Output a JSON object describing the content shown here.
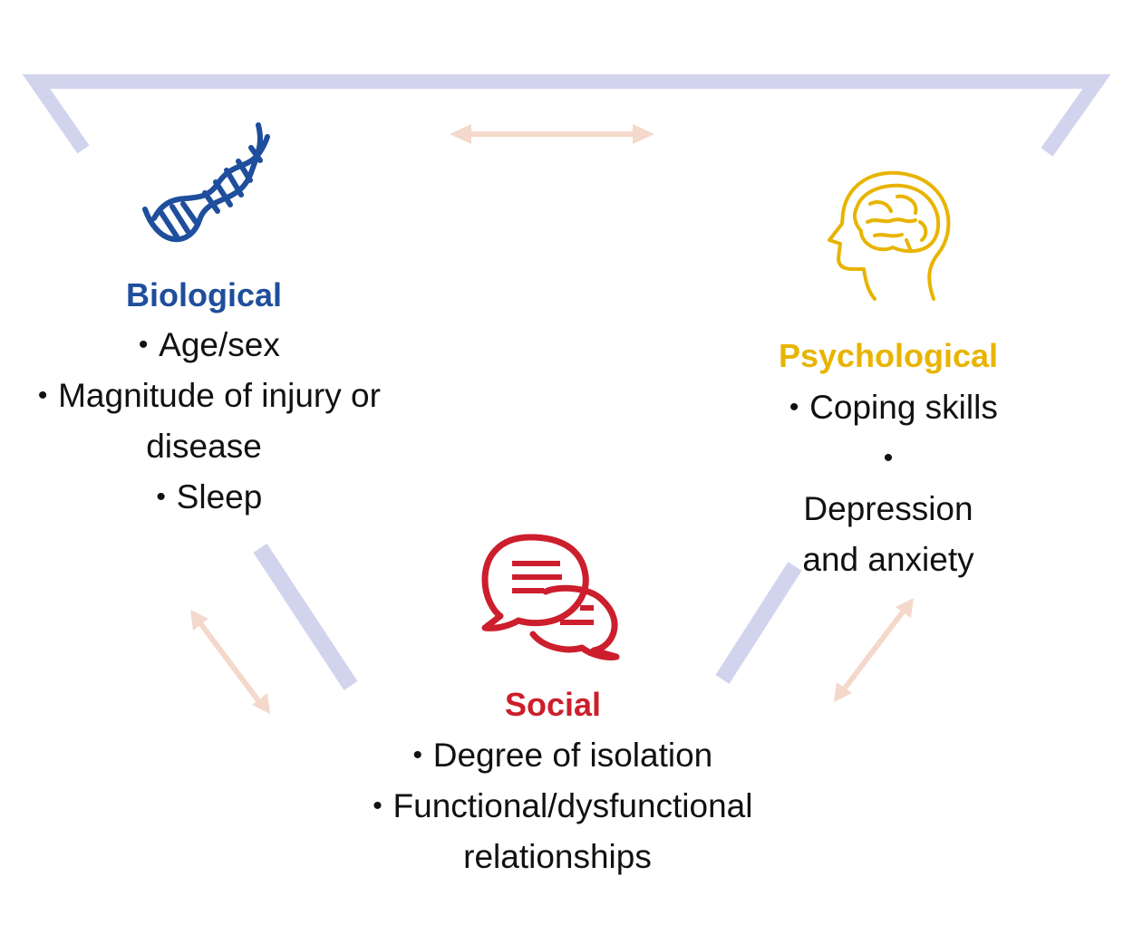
{
  "colors": {
    "frame": "#d2d4ee",
    "arrow": "#f4d8cc",
    "biological": "#1f4e9c",
    "psychological": "#e8b400",
    "social": "#cc1e2c",
    "text": "#111111"
  },
  "biological": {
    "title": "Biological",
    "icon": "dna-icon",
    "items": [
      "Age/sex",
      "Magnitude of injury or disease",
      "Sleep"
    ]
  },
  "psychological": {
    "title": "Psychological",
    "icon": "head-brain-icon",
    "items": [
      "Coping skills",
      "Depression and anxiety"
    ]
  },
  "social": {
    "title": "Social",
    "icon": "speech-bubbles-icon",
    "items": [
      "Degree of isolation",
      "Functional/dysfunctional relationships"
    ]
  }
}
